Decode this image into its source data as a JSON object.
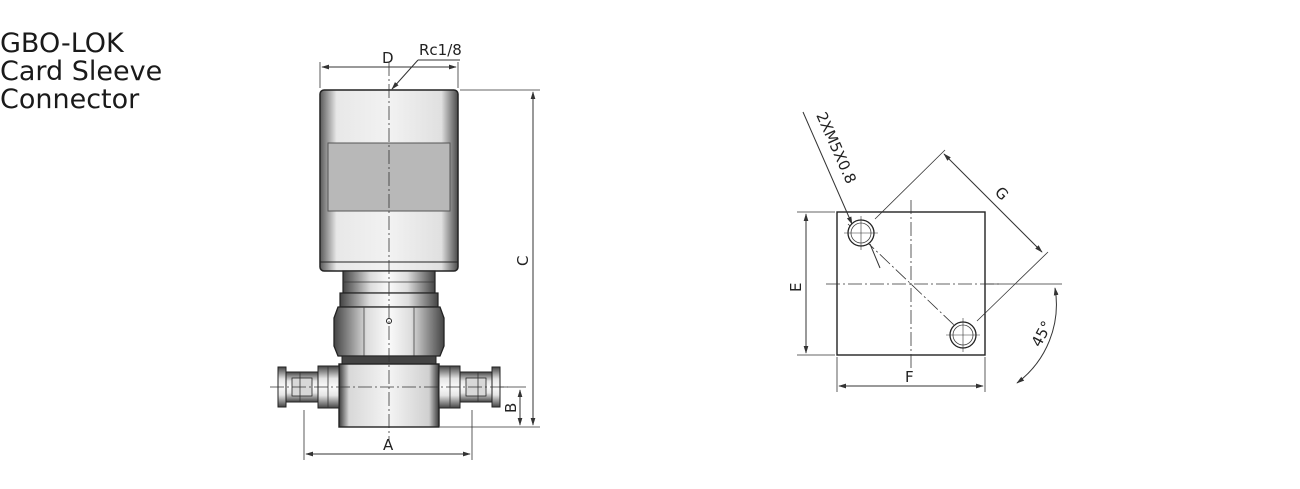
{
  "title": {
    "lines": [
      "GBO-LOK",
      "Card Sleeve",
      "Connector"
    ]
  },
  "front_view": {
    "dimensions": {
      "A": "A",
      "B": "B",
      "C": "C",
      "D": "D"
    },
    "port_label": "Rc1/8"
  },
  "side_view": {
    "dimensions": {
      "E": "E",
      "F": "F",
      "G": "G"
    },
    "thread_label": "2XM5X0.8",
    "angle_label": "45°"
  },
  "colors": {
    "line": "#333333",
    "body_dark": "#555555",
    "body_light": "#e6e6e6",
    "window": "#b5b5b5"
  }
}
